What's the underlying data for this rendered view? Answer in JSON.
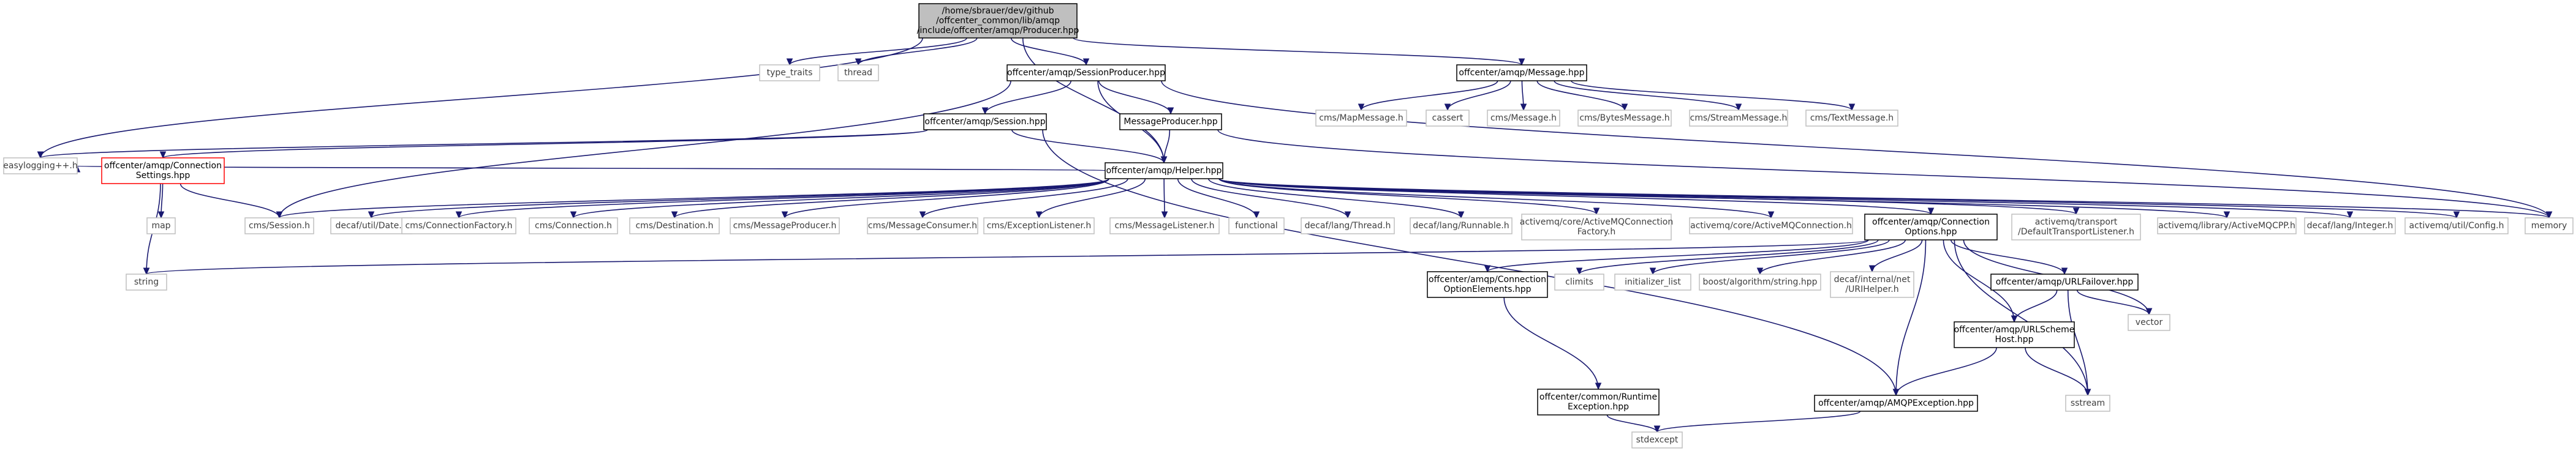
{
  "graph": {
    "nodes": [
      {
        "id": "producer",
        "kind": "main",
        "lines": [
          "/home/sbrauer/dev/github",
          "/offcenter_common/lib/amqp",
          "/include/offcenter/amqp/Producer.hpp"
        ]
      },
      {
        "id": "type_traits",
        "kind": "ext",
        "lines": [
          "type_traits"
        ]
      },
      {
        "id": "thread",
        "kind": "ext",
        "lines": [
          "thread"
        ]
      },
      {
        "id": "session_producer",
        "kind": "local",
        "lines": [
          "offcenter/amqp/SessionProducer.hpp"
        ]
      },
      {
        "id": "message_hpp",
        "kind": "local",
        "lines": [
          "offcenter/amqp/Message.hpp"
        ]
      },
      {
        "id": "session_hpp",
        "kind": "local",
        "lines": [
          "offcenter/amqp/Session.hpp"
        ]
      },
      {
        "id": "message_producer",
        "kind": "local",
        "lines": [
          "MessageProducer.hpp"
        ]
      },
      {
        "id": "easylogging",
        "kind": "ext",
        "lines": [
          "easylogging++.h"
        ]
      },
      {
        "id": "conn_settings",
        "kind": "red",
        "lines": [
          "offcenter/amqp/Connection",
          "Settings.hpp"
        ]
      },
      {
        "id": "helper",
        "kind": "local",
        "lines": [
          "offcenter/amqp/Helper.hpp"
        ]
      },
      {
        "id": "map_message",
        "kind": "ext",
        "lines": [
          "cms/MapMessage.h"
        ]
      },
      {
        "id": "cassert",
        "kind": "ext",
        "lines": [
          "cassert"
        ]
      },
      {
        "id": "cms_message",
        "kind": "ext",
        "lines": [
          "cms/Message.h"
        ]
      },
      {
        "id": "bytes_message",
        "kind": "ext",
        "lines": [
          "cms/BytesMessage.h"
        ]
      },
      {
        "id": "stream_message",
        "kind": "ext",
        "lines": [
          "cms/StreamMessage.h"
        ]
      },
      {
        "id": "text_message",
        "kind": "ext",
        "lines": [
          "cms/TextMessage.h"
        ]
      },
      {
        "id": "map",
        "kind": "ext",
        "lines": [
          "map"
        ]
      },
      {
        "id": "cms_session",
        "kind": "ext",
        "lines": [
          "cms/Session.h"
        ]
      },
      {
        "id": "decaf_date",
        "kind": "ext",
        "lines": [
          "decaf/util/Date.h"
        ]
      },
      {
        "id": "conn_factory",
        "kind": "ext",
        "lines": [
          "cms/ConnectionFactory.h"
        ]
      },
      {
        "id": "cms_connection",
        "kind": "ext",
        "lines": [
          "cms/Connection.h"
        ]
      },
      {
        "id": "cms_destination",
        "kind": "ext",
        "lines": [
          "cms/Destination.h"
        ]
      },
      {
        "id": "cms_msg_producer",
        "kind": "ext",
        "lines": [
          "cms/MessageProducer.h"
        ]
      },
      {
        "id": "cms_msg_consumer",
        "kind": "ext",
        "lines": [
          "cms/MessageConsumer.h"
        ]
      },
      {
        "id": "exc_listener",
        "kind": "ext",
        "lines": [
          "cms/ExceptionListener.h"
        ]
      },
      {
        "id": "msg_listener",
        "kind": "ext",
        "lines": [
          "cms/MessageListener.h"
        ]
      },
      {
        "id": "functional",
        "kind": "ext",
        "lines": [
          "functional"
        ]
      },
      {
        "id": "decaf_thread",
        "kind": "ext",
        "lines": [
          "decaf/lang/Thread.h"
        ]
      },
      {
        "id": "decaf_runnable",
        "kind": "ext",
        "lines": [
          "decaf/lang/Runnable.h"
        ]
      },
      {
        "id": "amq_conn_factory",
        "kind": "ext",
        "lines": [
          "activemq/core/ActiveMQConnection",
          "Factory.h"
        ]
      },
      {
        "id": "amq_conn",
        "kind": "ext",
        "lines": [
          "activemq/core/ActiveMQConnection.h"
        ]
      },
      {
        "id": "conn_options",
        "kind": "local",
        "lines": [
          "offcenter/amqp/Connection",
          "Options.hpp"
        ]
      },
      {
        "id": "transport_listener",
        "kind": "ext",
        "lines": [
          "activemq/transport",
          "/DefaultTransportListener.h"
        ]
      },
      {
        "id": "amq_cpp",
        "kind": "ext",
        "lines": [
          "activemq/library/ActiveMQCPP.h"
        ]
      },
      {
        "id": "decaf_integer",
        "kind": "ext",
        "lines": [
          "decaf/lang/Integer.h"
        ]
      },
      {
        "id": "amq_config",
        "kind": "ext",
        "lines": [
          "activemq/util/Config.h"
        ]
      },
      {
        "id": "memory",
        "kind": "ext",
        "lines": [
          "memory"
        ]
      },
      {
        "id": "string",
        "kind": "ext",
        "lines": [
          "string"
        ]
      },
      {
        "id": "conn_opt_elements",
        "kind": "local",
        "lines": [
          "offcenter/amqp/Connection",
          "OptionElements.hpp"
        ]
      },
      {
        "id": "climits",
        "kind": "ext",
        "lines": [
          "climits"
        ]
      },
      {
        "id": "init_list",
        "kind": "ext",
        "lines": [
          "initializer_list"
        ]
      },
      {
        "id": "boost_string",
        "kind": "ext",
        "lines": [
          "boost/algorithm/string.hpp"
        ]
      },
      {
        "id": "uri_helper",
        "kind": "ext",
        "lines": [
          "decaf/internal/net",
          "/URIHelper.h"
        ]
      },
      {
        "id": "url_failover",
        "kind": "local",
        "lines": [
          "offcenter/amqp/URLFailover.hpp"
        ]
      },
      {
        "id": "vector",
        "kind": "ext",
        "lines": [
          "vector"
        ]
      },
      {
        "id": "url_scheme_host",
        "kind": "local",
        "lines": [
          "offcenter/amqp/URLScheme",
          "Host.hpp"
        ]
      },
      {
        "id": "runtime_exc",
        "kind": "local",
        "lines": [
          "offcenter/common/Runtime",
          "Exception.hpp"
        ]
      },
      {
        "id": "amqp_exception",
        "kind": "local",
        "lines": [
          "offcenter/amqp/AMQPException.hpp"
        ]
      },
      {
        "id": "sstream",
        "kind": "ext",
        "lines": [
          "sstream"
        ]
      },
      {
        "id": "stdexcept",
        "kind": "ext",
        "lines": [
          "stdexcept"
        ]
      }
    ],
    "edges": [
      [
        "producer",
        "type_traits"
      ],
      [
        "producer",
        "thread"
      ],
      [
        "producer",
        "session_producer"
      ],
      [
        "producer",
        "message_hpp"
      ],
      [
        "producer",
        "helper"
      ],
      [
        "producer",
        "easylogging"
      ],
      [
        "session_producer",
        "session_hpp"
      ],
      [
        "session_producer",
        "message_producer"
      ],
      [
        "session_producer",
        "helper"
      ],
      [
        "session_producer",
        "memory"
      ],
      [
        "session_producer",
        "cms_session"
      ],
      [
        "message_hpp",
        "map_message"
      ],
      [
        "message_hpp",
        "cassert"
      ],
      [
        "message_hpp",
        "cms_message"
      ],
      [
        "message_hpp",
        "bytes_message"
      ],
      [
        "message_hpp",
        "stream_message"
      ],
      [
        "message_hpp",
        "text_message"
      ],
      [
        "session_hpp",
        "helper"
      ],
      [
        "session_hpp",
        "easylogging"
      ],
      [
        "session_hpp",
        "conn_settings"
      ],
      [
        "session_hpp",
        "amqp_exception"
      ],
      [
        "message_producer",
        "helper"
      ],
      [
        "message_producer",
        "memory"
      ],
      [
        "conn_settings",
        "map"
      ],
      [
        "conn_settings",
        "string"
      ],
      [
        "conn_settings",
        "cms_session"
      ],
      [
        "helper",
        "cms_session"
      ],
      [
        "helper",
        "decaf_date"
      ],
      [
        "helper",
        "conn_factory"
      ],
      [
        "helper",
        "cms_connection"
      ],
      [
        "helper",
        "cms_destination"
      ],
      [
        "helper",
        "cms_msg_producer"
      ],
      [
        "helper",
        "cms_msg_consumer"
      ],
      [
        "helper",
        "exc_listener"
      ],
      [
        "helper",
        "msg_listener"
      ],
      [
        "helper",
        "functional"
      ],
      [
        "helper",
        "decaf_thread"
      ],
      [
        "helper",
        "decaf_runnable"
      ],
      [
        "helper",
        "amq_conn_factory"
      ],
      [
        "helper",
        "amq_conn"
      ],
      [
        "helper",
        "conn_options"
      ],
      [
        "helper",
        "transport_listener"
      ],
      [
        "helper",
        "amq_cpp"
      ],
      [
        "helper",
        "decaf_integer"
      ],
      [
        "helper",
        "amq_config"
      ],
      [
        "helper",
        "memory"
      ],
      [
        "helper",
        "easylogging"
      ],
      [
        "conn_options",
        "string"
      ],
      [
        "conn_options",
        "conn_opt_elements"
      ],
      [
        "conn_options",
        "climits"
      ],
      [
        "conn_options",
        "init_list"
      ],
      [
        "conn_options",
        "boost_string"
      ],
      [
        "conn_options",
        "uri_helper"
      ],
      [
        "conn_options",
        "url_failover"
      ],
      [
        "conn_options",
        "vector"
      ],
      [
        "conn_options",
        "url_scheme_host"
      ],
      [
        "conn_options",
        "amqp_exception"
      ],
      [
        "conn_options",
        "sstream"
      ],
      [
        "conn_opt_elements",
        "runtime_exc"
      ],
      [
        "url_failover",
        "url_scheme_host"
      ],
      [
        "url_failover",
        "vector"
      ],
      [
        "url_failover",
        "sstream"
      ],
      [
        "url_scheme_host",
        "amqp_exception"
      ],
      [
        "url_scheme_host",
        "sstream"
      ],
      [
        "runtime_exc",
        "stdexcept"
      ],
      [
        "amqp_exception",
        "stdexcept"
      ]
    ],
    "colors": {
      "edge": "#191970",
      "main_fill": "#bfbfbf",
      "external_border": "#bfbfbf",
      "external_text": "#404040",
      "red_border": "#ff0000"
    }
  }
}
